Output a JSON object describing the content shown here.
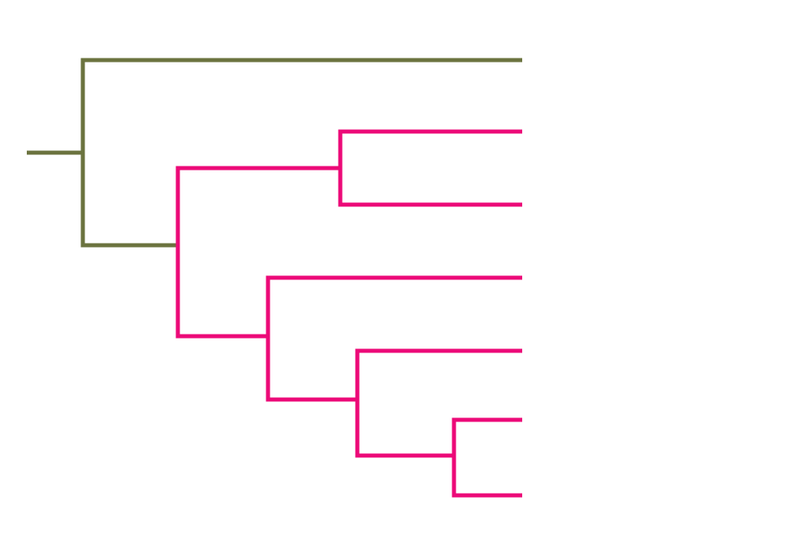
{
  "diagram": {
    "type": "dendrogram",
    "orientation": "left-to-right",
    "labels_shown": false,
    "colors": {
      "root_cluster": "#6b733f",
      "sub_cluster": "#ec0a78"
    },
    "tree": {
      "color_key": "root_cluster",
      "children": [
        {
          "leaf": 1
        },
        {
          "color_key": "sub_cluster",
          "children": [
            {
              "color_key": "sub_cluster",
              "children": [
                {
                  "leaf": 2
                },
                {
                  "leaf": 3
                }
              ]
            },
            {
              "color_key": "sub_cluster",
              "children": [
                {
                  "leaf": 4
                },
                {
                  "color_key": "sub_cluster",
                  "children": [
                    {
                      "leaf": 5
                    },
                    {
                      "color_key": "sub_cluster",
                      "children": [
                        {
                          "leaf": 6
                        },
                        {
                          "leaf": 7
                        }
                      ]
                    }
                  ]
                }
              ]
            }
          ]
        }
      ]
    }
  }
}
